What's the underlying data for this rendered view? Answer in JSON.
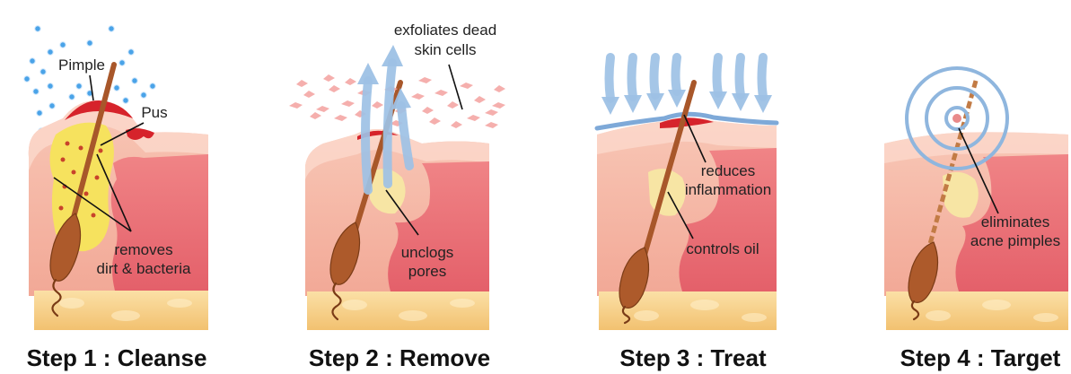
{
  "panels": [
    {
      "step_label": "Step 1 : Cleanse",
      "callouts": {
        "pimple": "Pimple",
        "pus": "Pus",
        "action": [
          "removes",
          "dirt & bacteria"
        ]
      }
    },
    {
      "step_label": "Step 2 : Remove",
      "callouts": {
        "exfoliate": [
          "exfoliates dead",
          "skin cells"
        ],
        "unclog": [
          "unclogs",
          "pores"
        ]
      }
    },
    {
      "step_label": "Step 3 : Treat",
      "callouts": {
        "reduce": [
          "reduces",
          "inflammation"
        ],
        "oil": "controls oil"
      }
    },
    {
      "step_label": "Step 4 : Target",
      "callouts": {
        "eliminate": [
          "eliminates",
          "acne pimples"
        ]
      }
    }
  ]
}
